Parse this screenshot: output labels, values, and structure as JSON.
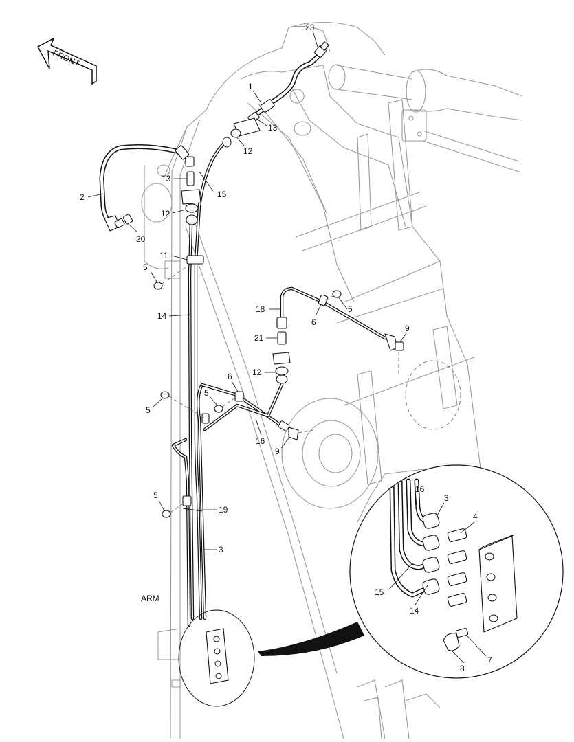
{
  "arrow": {
    "label": "FRONT"
  },
  "section_label": "ARM",
  "callouts": {
    "c23": "23",
    "c1": "1",
    "c13a": "13",
    "c12a": "12",
    "c13b": "13",
    "c15a": "15",
    "c2": "2",
    "c12b": "12",
    "c20": "20",
    "c11": "11",
    "c5a": "5",
    "c14a": "14",
    "c18": "18",
    "c5b": "5",
    "c6a": "6",
    "c9a": "9",
    "c21": "21",
    "c12c": "12",
    "c6b": "6",
    "c5c": "5",
    "c5d": "5",
    "c16a": "16",
    "c9b": "9",
    "c5e": "5",
    "c19": "19",
    "c3a": "3"
  },
  "detail_callouts": {
    "d16": "16",
    "d3": "3",
    "d4": "4",
    "d15": "15",
    "d14": "14",
    "d7": "7",
    "d8": "8"
  }
}
